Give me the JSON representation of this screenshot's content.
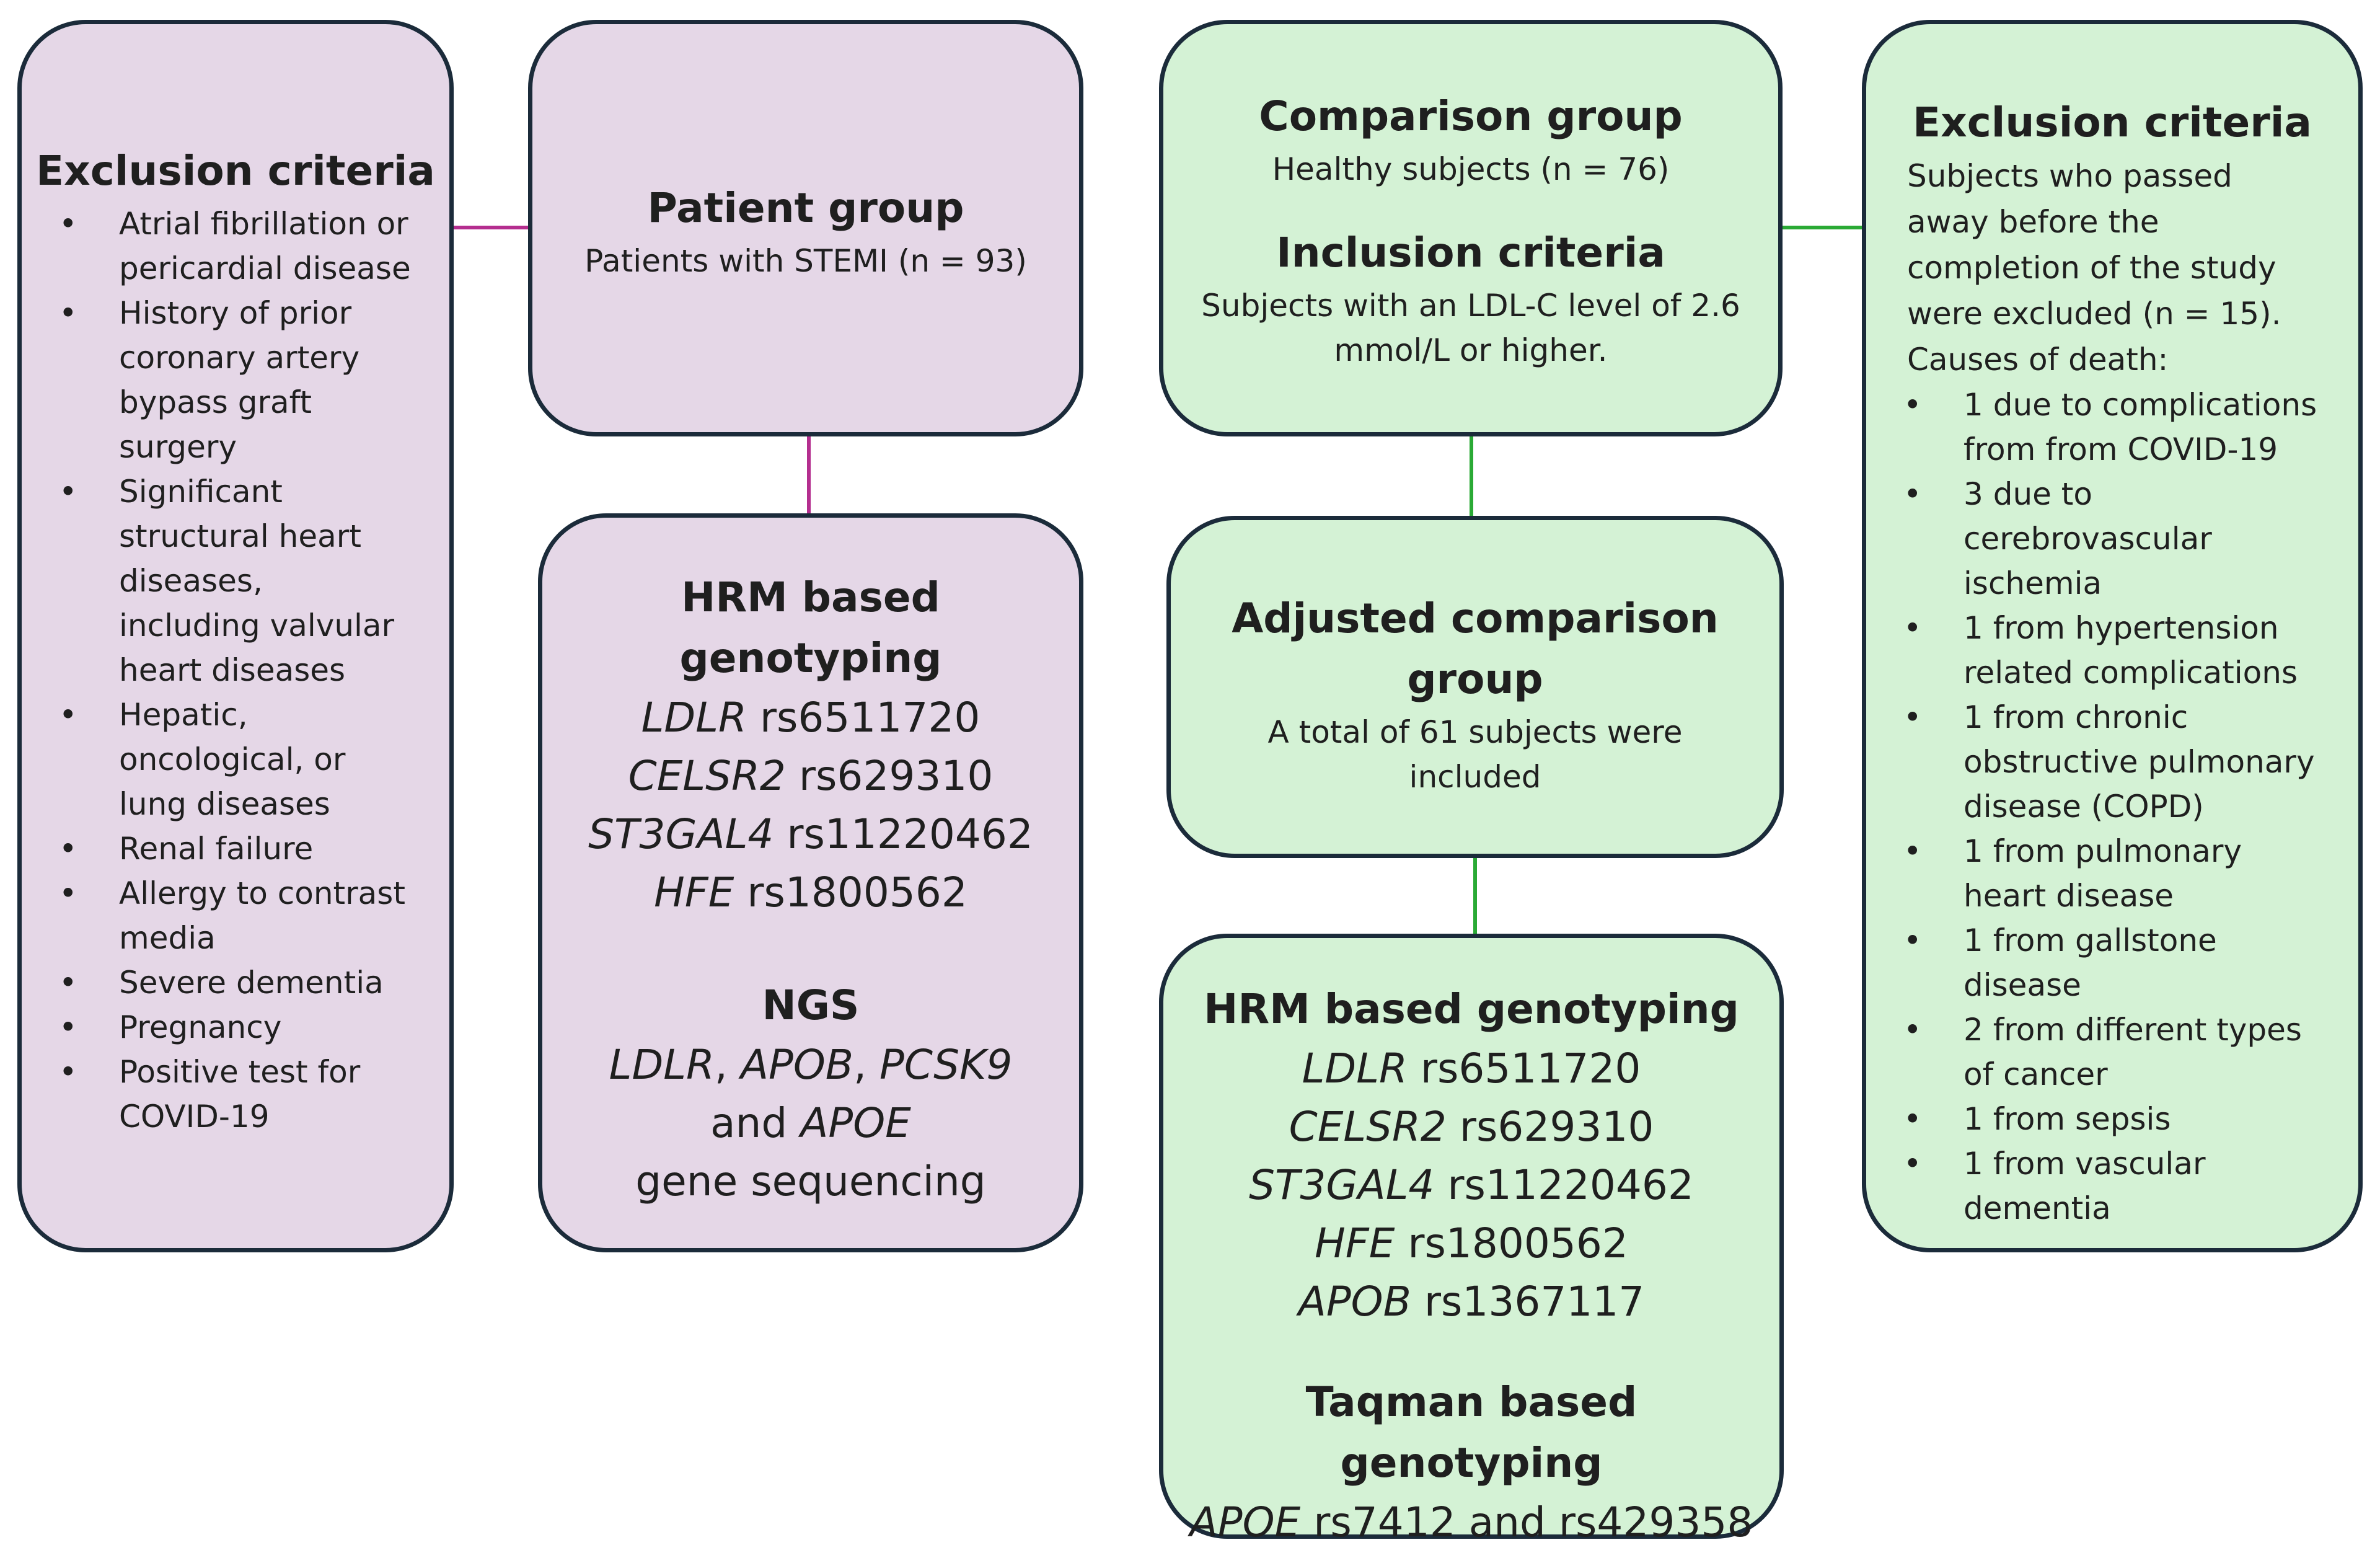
{
  "left_exclusion": {
    "title": "Exclusion criteria",
    "items": [
      "Atrial fibrillation or pericardial disease",
      "History of prior coronary artery bypass graft surgery",
      "Significant structural heart diseases, including valvular heart diseases",
      "Hepatic, oncological, or lung diseases",
      "Renal failure",
      "Allergy to contrast media",
      "Severe dementia",
      "Pregnancy",
      "Positive test for COVID-19"
    ]
  },
  "patient_group": {
    "title": "Patient group",
    "subtitle": "Patients with STEMI (n = 93)"
  },
  "patient_genotyping": {
    "hrm_title": "HRM based genotyping",
    "snps": [
      {
        "gene": "LDLR",
        "rs": "rs6511720"
      },
      {
        "gene": "CELSR2",
        "rs": "rs629310"
      },
      {
        "gene": "ST3GAL4",
        "rs": "rs11220462"
      },
      {
        "gene": "HFE",
        "rs": "rs1800562"
      }
    ],
    "ngs_title": "NGS",
    "ngs_genes_a": "LDLR",
    "ngs_sep_1": ", ",
    "ngs_genes_b": "APOB",
    "ngs_sep_2": ", ",
    "ngs_genes_c": "PCSK9",
    "ngs_and": "and ",
    "ngs_genes_d": "APOE",
    "ngs_tail": " gene sequencing"
  },
  "comparison_group": {
    "title": "Comparison group",
    "subtitle": "Healthy subjects (n = 76)",
    "inclusion_title": "Inclusion criteria",
    "inclusion_text": "Subjects with an LDL-C level of 2.6 mmol/L or higher."
  },
  "adjusted_group": {
    "title": "Adjusted comparison group",
    "text": "A total of 61 subjects were included"
  },
  "comparison_genotyping": {
    "hrm_title": "HRM based genotyping",
    "snps": [
      {
        "gene": "LDLR",
        "rs": "rs6511720"
      },
      {
        "gene": "CELSR2",
        "rs": "rs629310"
      },
      {
        "gene": "ST3GAL4",
        "rs": "rs11220462"
      },
      {
        "gene": "HFE",
        "rs": "rs1800562"
      },
      {
        "gene": "APOB",
        "rs": "rs1367117"
      }
    ],
    "taqman_title": "Taqman based genotyping",
    "taqman_gene": "APOE",
    "taqman_rs": "rs7412 and rs429358"
  },
  "right_exclusion": {
    "title": "Exclusion criteria",
    "intro": "Subjects who passed away before the completion of the study were excluded (n = 15). Causes of death:",
    "items": [
      "1 due to complications from from COVID-19",
      "3 due to cerebrovascular ischemia",
      "1 from hypertension related complications",
      "1 from chronic obstructive pulmonary disease (COPD)",
      "1 from pulmonary heart disease",
      "1 from gallstone disease",
      "2 from different types of cancer",
      "1 from sepsis",
      "1 from vascular dementia"
    ]
  },
  "colors": {
    "patient_fill": "#e5d7e7",
    "comparison_fill": "#d4f2d5",
    "border": "#1b2b3a",
    "patient_connector": "#b42e8f",
    "comparison_connector": "#2aaa35"
  }
}
